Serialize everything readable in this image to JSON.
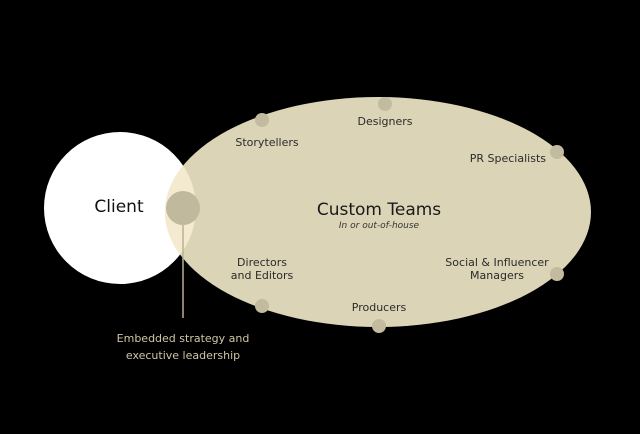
{
  "colors": {
    "background": "#000000",
    "client_fill": "#ffffff",
    "team_fill": "#dcd4b6",
    "overlap_fill": "#f4ead0",
    "node_dot": "#c2bb9f",
    "callout_text": "#cfc6a6"
  },
  "client": {
    "label": "Client"
  },
  "team": {
    "title": "Custom Teams",
    "subtitle": "In or out-of-house"
  },
  "roles": [
    {
      "label": "Storytellers"
    },
    {
      "label": "Designers"
    },
    {
      "label": "PR Specialists"
    },
    {
      "label": "Social & Influencer\nManagers"
    },
    {
      "label": "Producers"
    },
    {
      "label": "Directors\nand Editors"
    }
  ],
  "callout": {
    "line1": "Embedded strategy and",
    "line2": "executive leadership"
  }
}
